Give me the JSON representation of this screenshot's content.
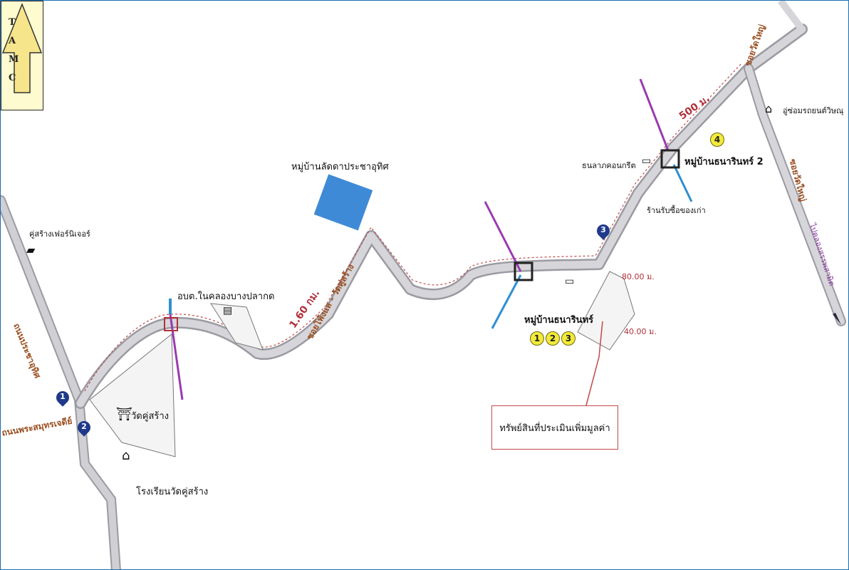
{
  "logo": {
    "letters": [
      "T",
      "A",
      "M",
      "C"
    ]
  },
  "labels": {
    "village_ladda": "หมู่บ้านลัดดาประชาอุทิศ",
    "cabinet_factory": "คู่สร้างเฟอร์นิเจอร์",
    "tambon_office": "อบต.ในคลองบางปลากด",
    "wat": "วัดคู่สร้าง",
    "school": "โรงเรียนวัดคู่สร้าง",
    "village_thanarin": "หมู่บ้านธนารินทร์",
    "village_thanarin2": "หมู่บ้านธนารินทร์ 2",
    "concrete": "ธนลาภคอนกรีต",
    "scrap_shop": "ร้านรับซื้อของเก่า",
    "garage": "อู่ซ่อมรถยนต์วิษณุ",
    "callout": "ทรัพย์สินที่ประเมินเพิ่มมูลค่า"
  },
  "roads": {
    "thanon_pracha": "ถนนประชาอุทิศ",
    "soi_phai": "ซอยโพ้งแล - วัดคู่สร้าง",
    "soi_wat_yai_top": "ซอยวัดใหญ่",
    "soi_wat_yai_right": "ซอยวัดใหญ่",
    "phra_samut": "ถนนพระสมุทรเจดีย์",
    "to_klong": "ไปคลองสรรพสามิต"
  },
  "distances": {
    "d160": "1.60 กม.",
    "d500": "500 ม.",
    "d80": "80.00 ม.",
    "d40": "40.00 ม."
  },
  "markers": {
    "pins": [
      "1",
      "2",
      "3"
    ],
    "circles": [
      "1",
      "2",
      "3",
      "4"
    ]
  },
  "colors": {
    "road": "#c8c8cc",
    "road_edge": "#9a9aa2",
    "route": "#c24a4a",
    "canal": "#2f8fd0",
    "canal_purple": "#9a3ab0",
    "logo_bg": "#fffbd0"
  }
}
